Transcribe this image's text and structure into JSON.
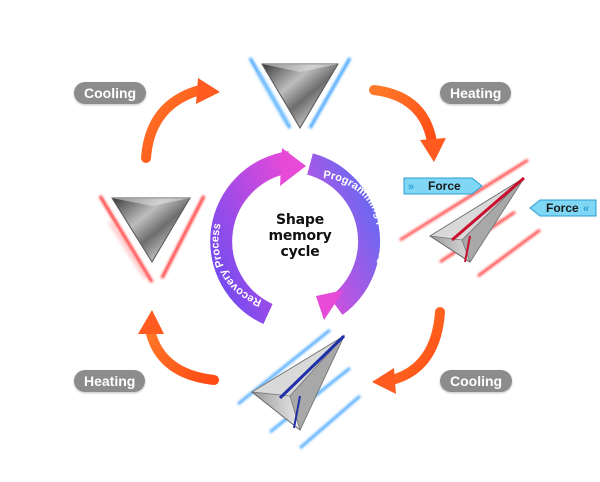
{
  "center": {
    "line1": "Shape",
    "line2": "memory",
    "line3": "cycle"
  },
  "arc_labels": {
    "recovery": "Recovery Process",
    "programming": "Programming process"
  },
  "stage_labels": {
    "cooling_top_left": "Cooling",
    "heating_top_right": "Heating",
    "cooling_bottom_right": "Cooling",
    "heating_bottom_left": "Heating"
  },
  "forces": {
    "force_left": "Force",
    "force_right": "Force"
  },
  "colors": {
    "cycle_arrow": "#ff5a1f",
    "recovery_arc": "#7b4cf0",
    "programming_arc": "#e84ad8",
    "blue_glow": "#3aa0ff",
    "red_glow": "#ff3030",
    "label_bg": "#8c8c8c",
    "force_arrow": "#7fd6f5"
  },
  "icons": [
    "triangle-shape",
    "paper-plane-shape"
  ]
}
